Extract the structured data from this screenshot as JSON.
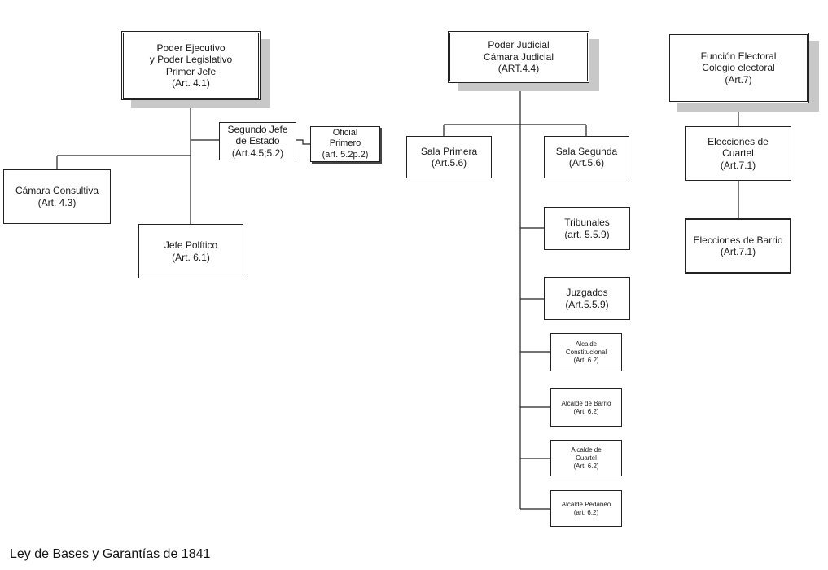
{
  "caption": "Ley de Bases y Garantías de 1841",
  "boxes": {
    "ejecutivo": [
      "Poder Ejecutivo",
      "y Poder Legislativo",
      "Primer Jefe",
      "(Art. 4.1)"
    ],
    "segundo_jefe": [
      "Segundo Jefe",
      "de Estado",
      "(Art.4.5;5.2)"
    ],
    "oficial": [
      "Oficial",
      "Primero",
      "(art. 5.2p.2)"
    ],
    "consultiva": [
      "Cámara Consultiva",
      "(Art. 4.3)"
    ],
    "jefe_politico": [
      "Jefe Político",
      "(Art. 6.1)"
    ],
    "judicial": [
      "Poder Judicial",
      "Cámara Judicial",
      "(ART.4.4)"
    ],
    "sala_primera": [
      "Sala Primera",
      "(Art.5.6)"
    ],
    "sala_segunda": [
      "Sala Segunda",
      "(Art.5.6)"
    ],
    "tribunales": [
      "Tribunales",
      "(art. 5.5.9)"
    ],
    "juzgados": [
      "Juzgados",
      "(Art.5.5.9)"
    ],
    "alc_constitucional": [
      "Alcalde",
      "Constitucional",
      "(Art. 6.2)"
    ],
    "alc_barrio": [
      "Alcalde de Barrio",
      "(Art. 6.2)"
    ],
    "alc_cuartel": [
      "Alcalde de",
      "Cuartel",
      "(Art. 6.2)"
    ],
    "alc_pedaneo": [
      "Alcalde Pedáneo",
      "(art. 6.2)"
    ],
    "electoral": [
      "Función Electoral",
      "Colegio electoral",
      "(Art.7)"
    ],
    "elec_cuartel": [
      "Elecciones de",
      "Cuartel",
      "(Art.7.1)"
    ],
    "elec_barrio": [
      "Elecciones de Barrio",
      "(Art.7.1)"
    ]
  }
}
